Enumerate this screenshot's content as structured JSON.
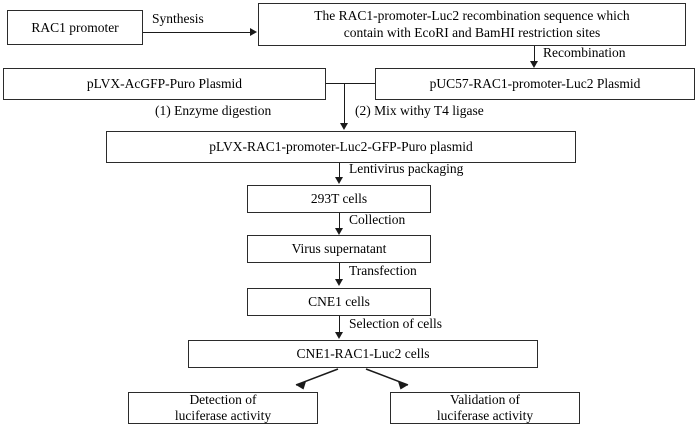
{
  "diagram": {
    "title": "RAC1 promoter luciferase reporter cell line construction flowchart",
    "nodes": {
      "rac1_promoter": "RAC1 promoter",
      "recombination_sequence_line1": "The RAC1-promoter-Luc2 recombination sequence which",
      "recombination_sequence_line2": "contain with EcoRI and BamHI restriction sites",
      "plvx_acgfp_puro": "pLVX-AcGFP-Puro Plasmid",
      "puc57_plasmid": "pUC57-RAC1-promoter-Luc2 Plasmid",
      "plvx_rac1_plasmid": "pLVX-RAC1-promoter-Luc2-GFP-Puro plasmid",
      "cells_293t": "293T cells",
      "virus_supernatant": "Virus supernatant",
      "cne1_cells": "CNE1 cells",
      "cne1_rac1_luc2_cells": "CNE1-RAC1-Luc2 cells",
      "detection_line1": "Detection of",
      "detection_line2": "luciferase activity",
      "validation_line1": "Validation of",
      "validation_line2": "luciferase activity"
    },
    "edge_labels": {
      "synthesis": "Synthesis",
      "recombination": "Recombination",
      "enzyme_digestion": "(1) Enzyme digestion",
      "mix_t4_ligase": "(2) Mix withy T4 ligase",
      "lentivirus_packaging": "Lentivirus packaging",
      "collection": "Collection",
      "transfection": "Transfection",
      "selection_of_cells": "Selection of cells"
    },
    "colors": {
      "box_border": "#2b2b2b",
      "connector": "#1a1a1a",
      "background": "#ffffff",
      "text": "#000000"
    }
  }
}
